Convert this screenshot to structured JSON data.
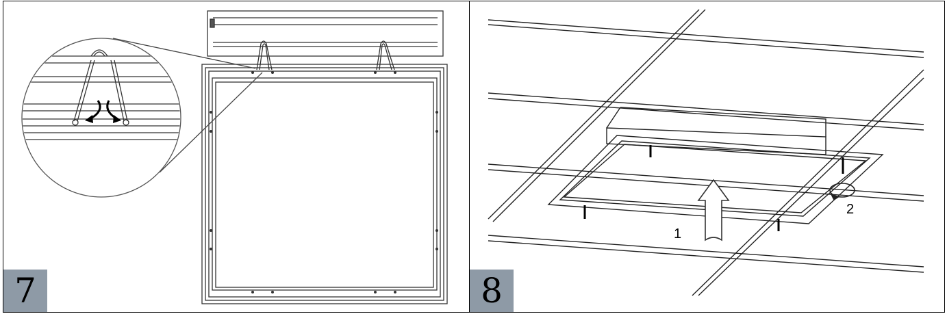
{
  "steps": {
    "left": "7",
    "right": "8"
  },
  "callouts": {
    "push_up": "1",
    "rotate": "2"
  },
  "icons": {
    "rotate_arrows": "curved-arrow-icon",
    "up_arrow": "up-arrow-icon",
    "rotate_arrow": "rotate-arrow-icon"
  }
}
